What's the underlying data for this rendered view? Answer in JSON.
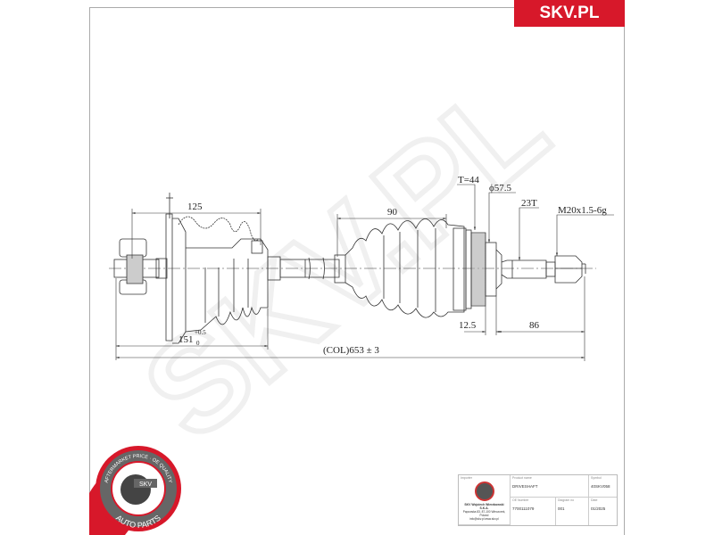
{
  "brand": {
    "label": "SKV.PL",
    "color": "#d7182a"
  },
  "watermark": "SKV.PL",
  "dimensions": {
    "d125": "125",
    "d90": "90",
    "teeth_abs": "T=44",
    "diameter": "ϕ57.5",
    "spline": "23T",
    "thread": "M20x1.5-6g",
    "d151": "151",
    "d151_tol_upper": "+0.5",
    "d151_tol_lower": "0",
    "total_length": "(COL)653 ± 3",
    "d12_5": "12.5",
    "d86": "86"
  },
  "logo": {
    "ring_text_top": "AFTERMARKET PRICE · OE QUALITY",
    "center_text": "SKV",
    "ring_text_bottom": "AUTO PARTS"
  },
  "title_block": {
    "importer_label": "Importer",
    "importer_name": "SKV Wojciech Wierzbowski S.K.A.",
    "importer_address": "Papowska 83, 87-100 Wieczorek, Poland",
    "importer_contact": "info@skv.pl www.skv.pl",
    "product_name_label": "Product name",
    "product_name": "DRIVESHAFT",
    "symbol_label": "Symbol",
    "symbol": "40SKV058",
    "oe_number_label": "OE Number",
    "oe_number": "7700111079",
    "diagram_no_label": "Diagram no",
    "diagram_no": "001",
    "date_label": "Date",
    "date": "01/2025"
  }
}
